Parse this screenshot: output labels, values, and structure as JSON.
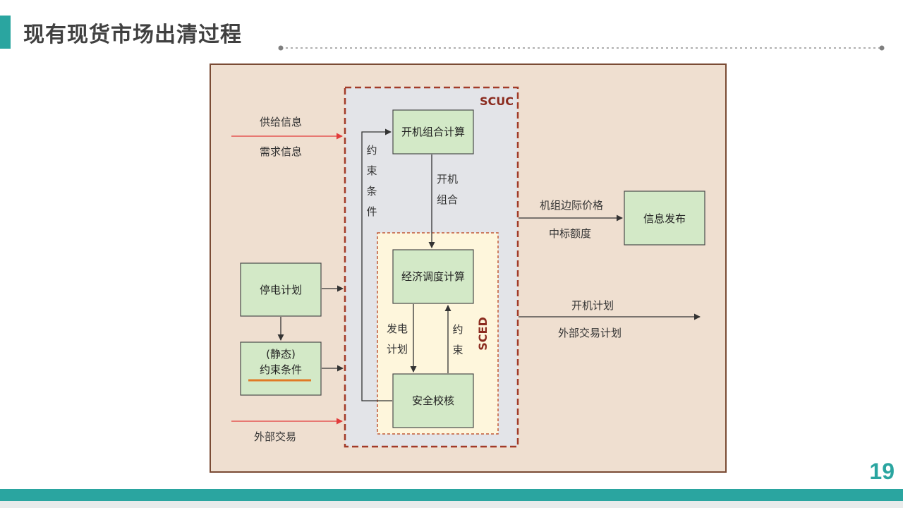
{
  "slide": {
    "title": "现有现货市场出清过程",
    "page_number": "19"
  },
  "colors": {
    "accent": "#2aa5a0",
    "panel_bg": "#efdfd0",
    "panel_border": "#7a4b34",
    "scuc_bg": "#e3e4e8",
    "scuc_border": "#a23b28",
    "sced_bg": "#fef6dc",
    "sced_border": "#c25a37",
    "box_fill": "#d3e9c7",
    "box_border": "#4a4a4a",
    "arrow": "#333333",
    "input_arrow": "#e23b3b",
    "underline": "#e07a25"
  },
  "diagram": {
    "scuc_label": "SCUC",
    "sced_label": "SCED",
    "boxes": {
      "unit_commitment": "开机组合计算",
      "economic_dispatch": "经济调度计算",
      "security_check": "安全校核",
      "outage_plan": "停电计划",
      "static_prefix": "(静态)",
      "static_constraint": "约束条件",
      "info_publish": "信息发布"
    },
    "labels": {
      "supply_info": "供给信息",
      "demand_info": "需求信息",
      "external_trade": "外部交易",
      "constraint_vertical": [
        "约",
        "束",
        "条",
        "件"
      ],
      "uc_result": [
        "开机",
        "组合"
      ],
      "gen_plan": [
        "发电",
        "计划"
      ],
      "constraint_short": [
        "约",
        "束"
      ],
      "marginal_price": "机组边际价格",
      "winning_amount": "中标额度",
      "unit_plan": "开机计划",
      "external_plan": "外部交易计划"
    }
  }
}
